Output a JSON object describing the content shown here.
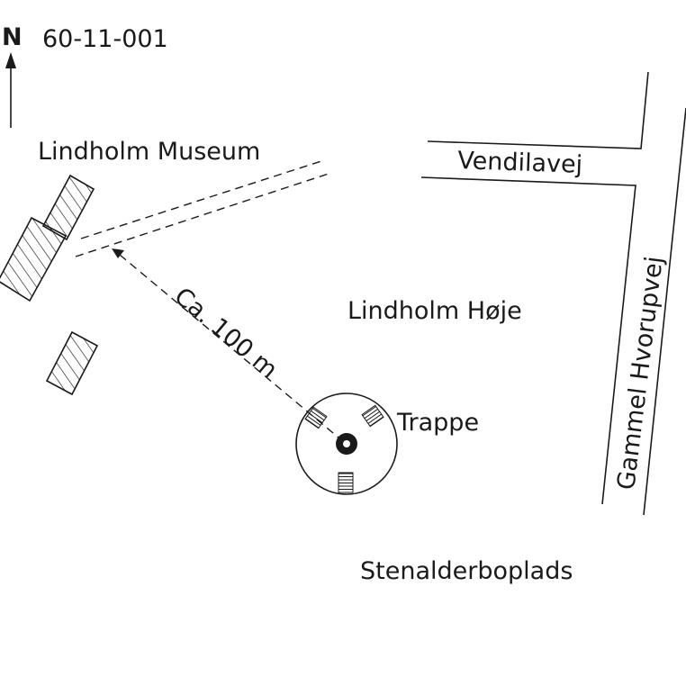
{
  "map": {
    "north_label": "N",
    "map_id": "60-11-001",
    "labels": {
      "museum": "Lindholm Museum",
      "road_vendilavej": "Vendilavej",
      "road_gammel_hvorupvej": "Gammel Hvorupvej",
      "site": "Lindholm Høje",
      "distance": "Ca. 100 m",
      "stairs": "Trappe",
      "settlement": "Stenalderboplads"
    },
    "icons": [
      "north-arrow-icon",
      "mound-icon",
      "stairs-icon",
      "building-icon"
    ]
  }
}
